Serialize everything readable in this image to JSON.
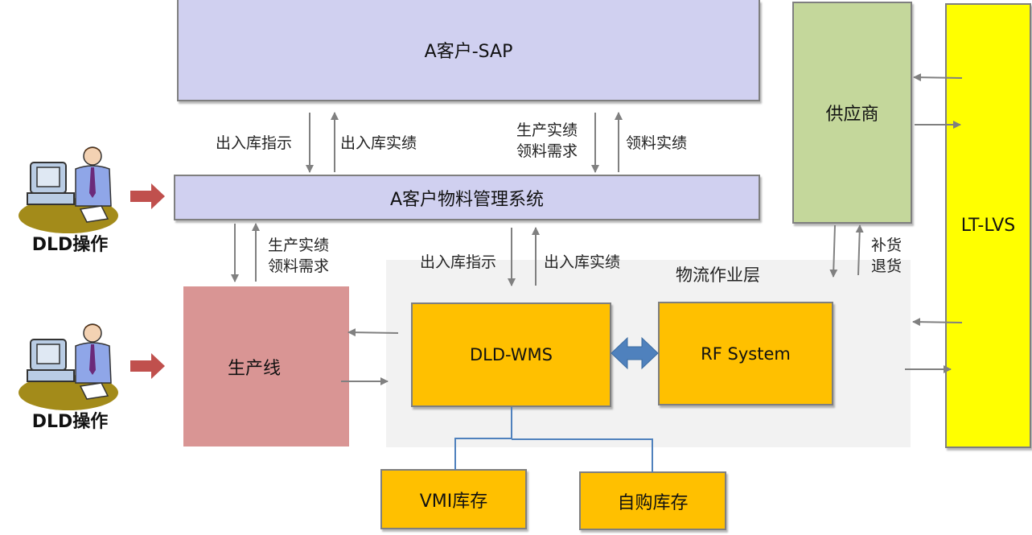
{
  "colors": {
    "sap": "#d0d0f0",
    "mms": "#d0d0f0",
    "supplier": "#c4d79b",
    "lvs": "#ffff00",
    "production": "#d99594",
    "wms": "#ffc000",
    "layer_bg": "#f2f2f2",
    "arrow_gray": "#808080",
    "arrow_red": "#c0504d",
    "arrow_blue": "#4f81bd",
    "tree_line": "#4f81bd"
  },
  "nodes": {
    "sap": "A客户-SAP",
    "mms": "A客户物料管理系统",
    "supplier": "供应商",
    "lvs": "LT-LVS",
    "production": "生产线",
    "wms": "DLD-WMS",
    "rf": "RF System",
    "vmi": "VMI库存",
    "own_stock": "自购库存",
    "logistics_layer": "物流作业层"
  },
  "operators": [
    {
      "label": "DLD操作",
      "icon": "person-at-computer"
    },
    {
      "label": "DLD操作",
      "icon": "person-at-computer"
    }
  ],
  "flows": {
    "sap_mms_down_1": "出入库指示",
    "sap_mms_up_1": "出入库实绩",
    "sap_mms_down_2": [
      "生产实绩",
      "领料需求"
    ],
    "sap_mms_up_2": "领料实绩",
    "mms_production": [
      "生产实绩",
      "领料需求"
    ],
    "mms_wms_down": "出入库指示",
    "mms_wms_up": "出入库实绩",
    "supplier_logistics": [
      "补货",
      "退货"
    ]
  }
}
